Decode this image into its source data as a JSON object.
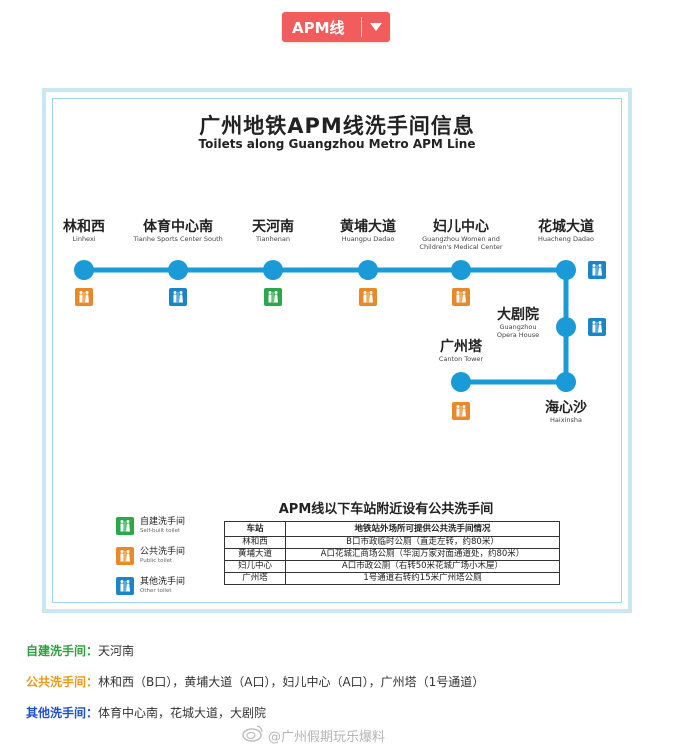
{
  "header": {
    "dropdown_label": "APM线"
  },
  "poster": {
    "title_cn": "广州地铁APM线洗手间信息",
    "title_en": "Toilets along Guangzhou Metro APM Line",
    "stations": [
      {
        "cn": "林和西",
        "en": "Linhexi",
        "toilet": "public"
      },
      {
        "cn": "体育中心南",
        "en": "Tianhe Sports Center South",
        "toilet": "other"
      },
      {
        "cn": "天河南",
        "en": "Tianhenan",
        "toilet": "self"
      },
      {
        "cn": "黄埔大道",
        "en": "Huangpu Dadao",
        "toilet": "public"
      },
      {
        "cn": "妇儿中心",
        "en": "Guangzhou Women and Children's Medical Center",
        "en2": "Children's Medical Center",
        "en1": "Guangzhou Women and",
        "toilet": "public"
      },
      {
        "cn": "花城大道",
        "en": "Huacheng Dadao",
        "toilet": "other"
      },
      {
        "cn": "大剧院",
        "en1": "Guangzhou",
        "en2": "Opera House",
        "toilet": "other"
      },
      {
        "cn": "海心沙",
        "en": "Haixinsha",
        "toilet": "none"
      },
      {
        "cn": "广州塔",
        "en": "Canton Tower",
        "toilet": "public"
      }
    ],
    "legend": [
      {
        "cn": "自建洗手间",
        "en": "Self-built toilet",
        "type": "self"
      },
      {
        "cn": "公共洗手间",
        "en": "Public toilet",
        "type": "public"
      },
      {
        "cn": "其他洗手间",
        "en": "Other toilet",
        "type": "other"
      }
    ],
    "colors": {
      "line": "#1a9ad6",
      "self": "#2aa84a",
      "public": "#e8892a",
      "other": "#1a86c8"
    },
    "table": {
      "title": "APM线以下车站附近设有公共洗手间",
      "headers": [
        "车站",
        "地铁站外场所可提供公共洗手间情况"
      ],
      "rows": [
        [
          "林和西",
          "B口市政临时公厕（直走左转，约80米）"
        ],
        [
          "黄埔大道",
          "A口花城汇商场公厕（华润万家对面通道处，约80米）"
        ],
        [
          "妇儿中心",
          "A口市政公厕（右转50米花城广场小木屋）"
        ],
        [
          "广州塔",
          "1号通道右转约15米广州塔公厕"
        ]
      ]
    }
  },
  "notes": [
    {
      "key": "自建洗手间：",
      "value": "天河南",
      "color": "#2e9e3e"
    },
    {
      "key": "公共洗手间：",
      "value": "林和西（B口），黄埔大道（A口），妇儿中心（A口），广州塔（1号通道）",
      "color": "#e89a1c"
    },
    {
      "key": "其他洗手间：",
      "value": "体育中心南，花城大道，大剧院",
      "color": "#1f4fc9"
    }
  ],
  "watermark": "@广州假期玩乐爆料"
}
